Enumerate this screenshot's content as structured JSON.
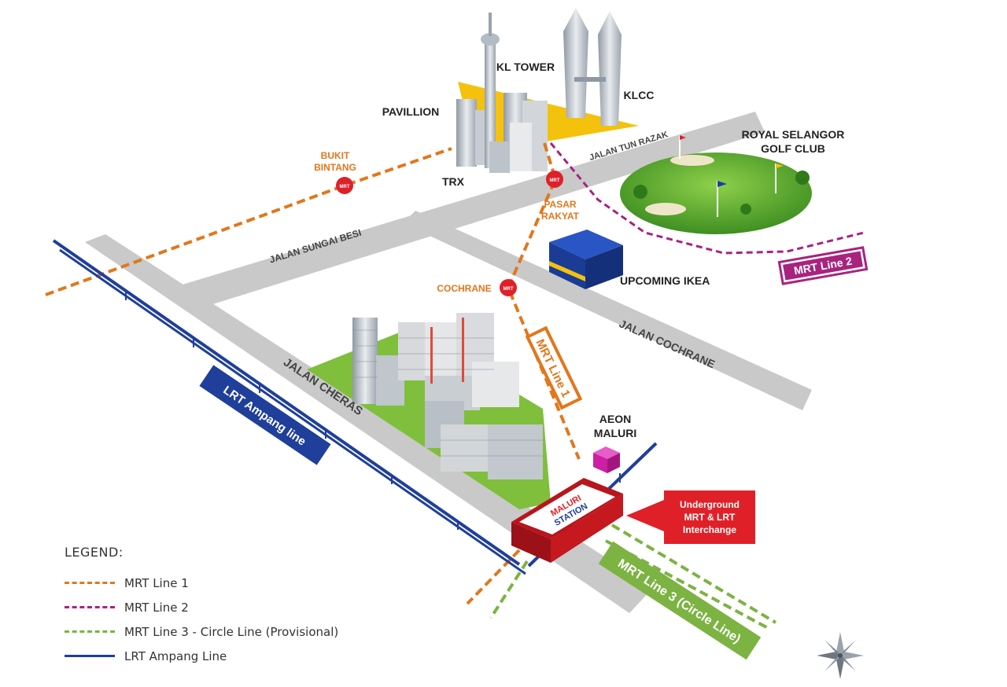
{
  "map": {
    "landmarks": {
      "kl_tower": "KL TOWER",
      "klcc": "KLCC",
      "pavillion": "PAVILLION",
      "trx": "TRX",
      "royal_selangor_line1": "ROYAL SELANGOR",
      "royal_selangor_line2": "GOLF CLUB",
      "upcoming_ikea": "UPCOMING IKEA",
      "aeon_maluri_line1": "AEON",
      "aeon_maluri_line2": "MALURI"
    },
    "stations": {
      "bukit_bintang_line1": "BUKIT",
      "bukit_bintang_line2": "BINTANG",
      "pasar_rakyat_line1": "PASAR",
      "pasar_rakyat_line2": "RAKYAT",
      "cochrane": "COCHRANE",
      "mrt_badge": "MRT",
      "maluri_line1": "MALURI",
      "maluri_line2": "STATION"
    },
    "roads": {
      "jalan_tun_razak": "JALAN TUN RAZAK",
      "jalan_sungai_besi": "JALAN SUNGAI BESI",
      "jalan_cochrane": "JALAN COCHRANE",
      "jalan_cheras": "JALAN CHERAS"
    },
    "line_tags": {
      "mrt_line_1": "MRT Line 1",
      "mrt_line_2": "MRT Line 2",
      "mrt_line_3": "MRT Line 3 (Circle Line)",
      "lrt_ampang": "LRT Ampang line"
    },
    "callout": {
      "line1": "Underground",
      "line2": "MRT & LRT",
      "line3": "Interchange"
    },
    "colors": {
      "mrt_line_1": "#e2771c",
      "mrt_line_2": "#a8237f",
      "mrt_line_3": "#7cb342",
      "lrt_ampang": "#1f3f9a",
      "road": "#c9c9c9",
      "station_red": "#e02028",
      "landmark_yellow": "#f4c20d",
      "ikea_blue": "#1b3c95",
      "aeon_magenta": "#cc1fa3"
    },
    "compass_icon": "compass-rose-icon"
  },
  "legend": {
    "title": "LEGEND:",
    "items": [
      {
        "label": "MRT Line 1",
        "color": "#e2771c",
        "style": "dashed"
      },
      {
        "label": "MRT Line 2",
        "color": "#a8237f",
        "style": "dashed"
      },
      {
        "label": "MRT Line 3 - Circle Line (Provisional)",
        "color": "#7cb342",
        "style": "dashed"
      },
      {
        "label": "LRT Ampang Line",
        "color": "#1f3f9a",
        "style": "solid"
      }
    ]
  }
}
